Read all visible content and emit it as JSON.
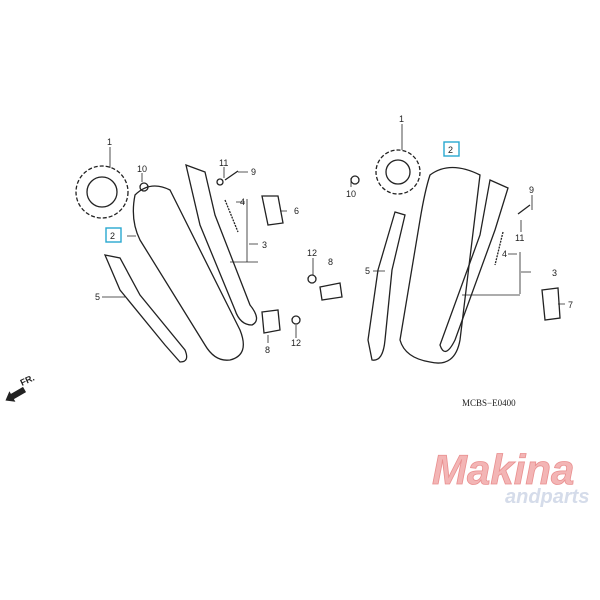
{
  "diagram": {
    "left_assembly": {
      "callouts": [
        "1",
        "10",
        "11",
        "9",
        "2",
        "4",
        "3",
        "6",
        "5",
        "8",
        "12"
      ]
    },
    "center_parts": {
      "callouts": [
        "12",
        "8",
        "8",
        "12"
      ]
    },
    "right_assembly": {
      "callouts": [
        "1",
        "2",
        "10",
        "9",
        "11",
        "4",
        "3",
        "7",
        "5"
      ]
    },
    "highlighted_part": "2",
    "direction_label": "FR.",
    "diagram_code": "MCBS−E0400",
    "watermark": {
      "brand": "Makina",
      "sub": "andparts"
    },
    "highlight_color": "#29a8d0"
  }
}
